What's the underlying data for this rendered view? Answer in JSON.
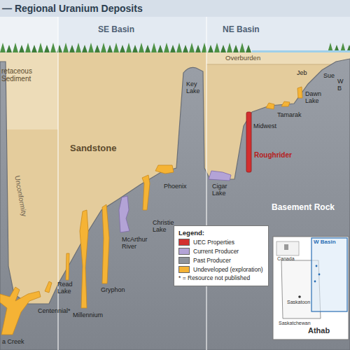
{
  "diagram": {
    "title": "— Regional Uranium Deposits",
    "nodes": [
      {
        "text": [
          "Legend:",
          "* = Resource not published"
        ]
      },
      {
        "text": [
          "W Basin",
          "Canada",
          "Saskatoon",
          "Saskatchewan",
          "Athab"
        ]
      }
    ],
    "labels": [
      "SE Basin",
      "NE Basin",
      "retaceous Sediment",
      "Sandstone",
      "Unconformity",
      "Overburden",
      "Basement Rock",
      "Key Lake",
      "Jeb",
      "Sue",
      "W B",
      "Dawn Lake",
      "Tamarak",
      "Midwest",
      "Roughrider",
      "Cigar Lake",
      "Phoenix",
      "Christie Lake",
      "McArthur River",
      "Gryphon",
      "Millennium",
      "Read Lake",
      "Centennial*",
      "a Creek"
    ],
    "legend": [
      {
        "text": "UEC Properties",
        "color": "#d32f2f"
      },
      {
        "text": "Current Producer",
        "color": "#b3a3d6"
      },
      {
        "text": "Past Producer",
        "color": "#8e939b"
      },
      {
        "text": "Undeveloped (exploration)",
        "color": "#f5b335"
      }
    ]
  }
}
